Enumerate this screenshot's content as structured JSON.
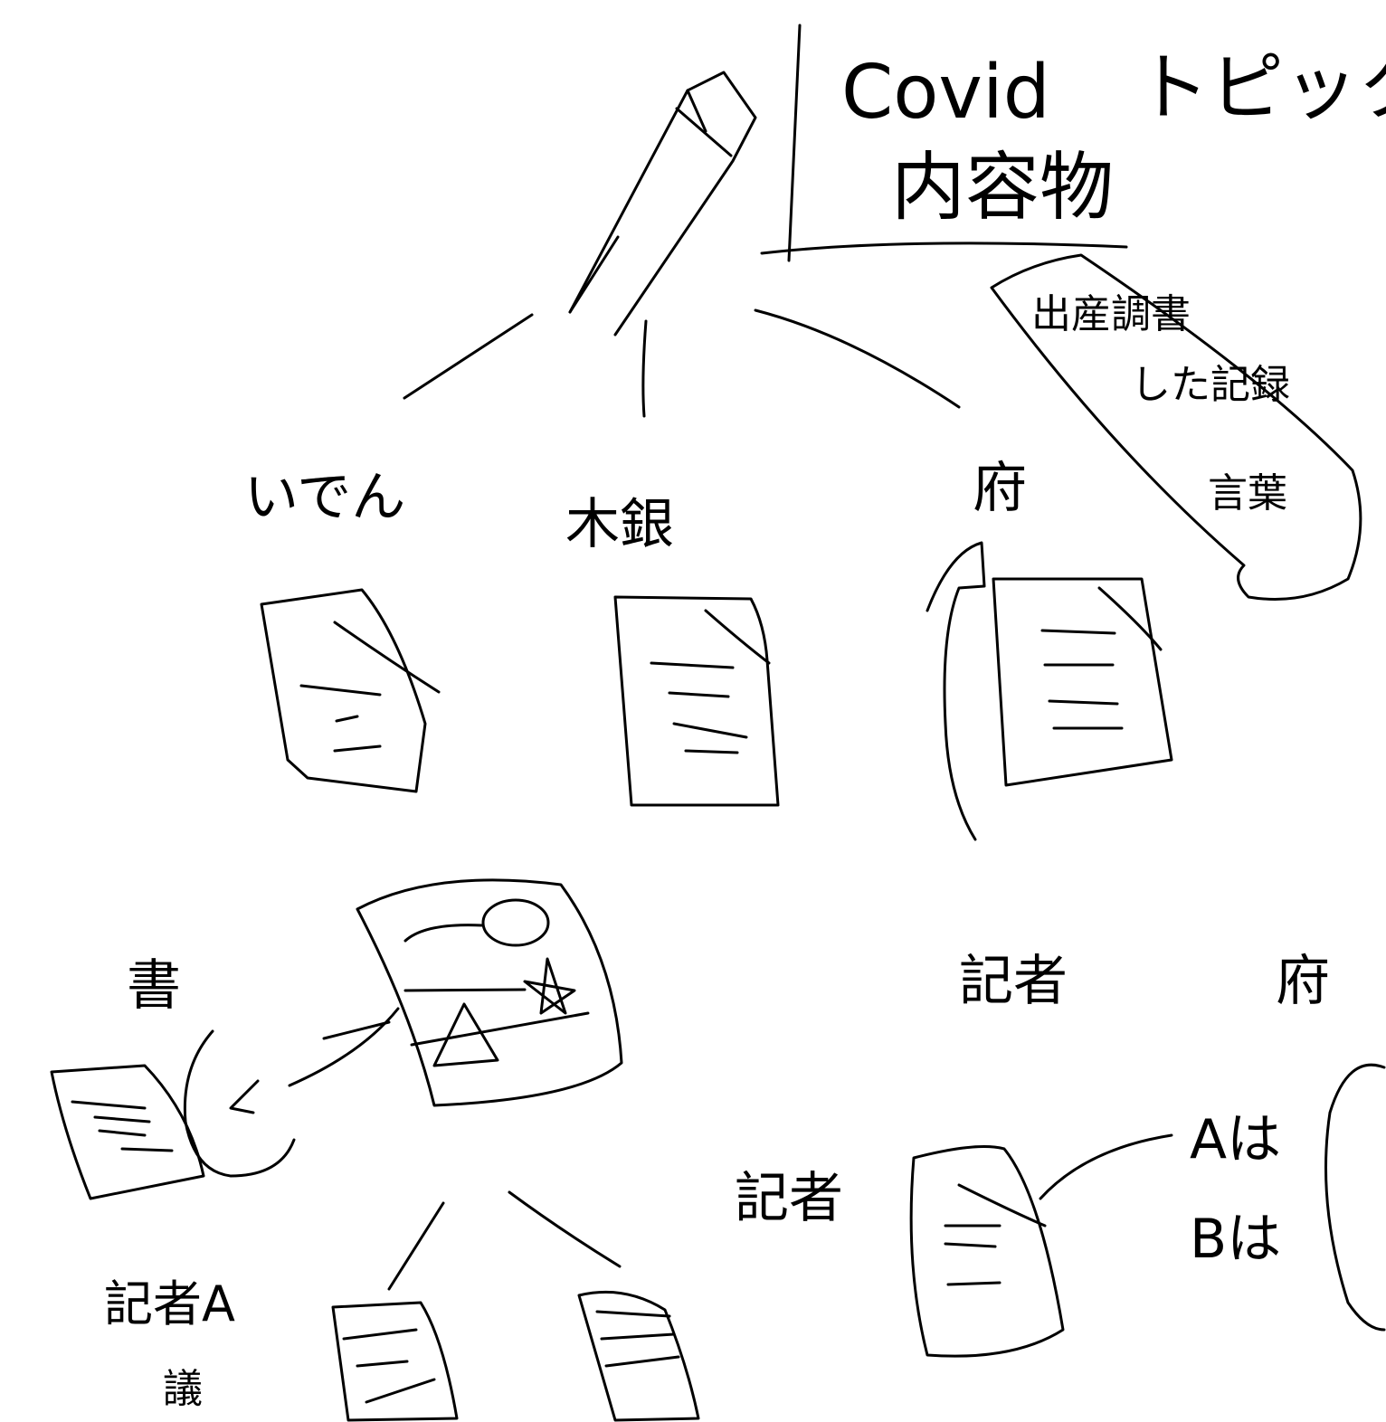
{
  "sketch": {
    "title": {
      "line1": "Covid",
      "line2": "トピック",
      "line3": "内容物"
    },
    "note": {
      "line1": "出産調書",
      "line2": "した記録",
      "line3": "言葉"
    },
    "branches": {
      "left": "いでん",
      "middle": "木銀",
      "right": "府"
    },
    "lower": {
      "left_label": "書",
      "right_label1": "記者",
      "right_label2": "府",
      "middle_label": "記者",
      "bottom_label": "記者A",
      "bottom_sub": "議",
      "answers": {
        "a": "Aは",
        "b": "Bは"
      }
    }
  }
}
